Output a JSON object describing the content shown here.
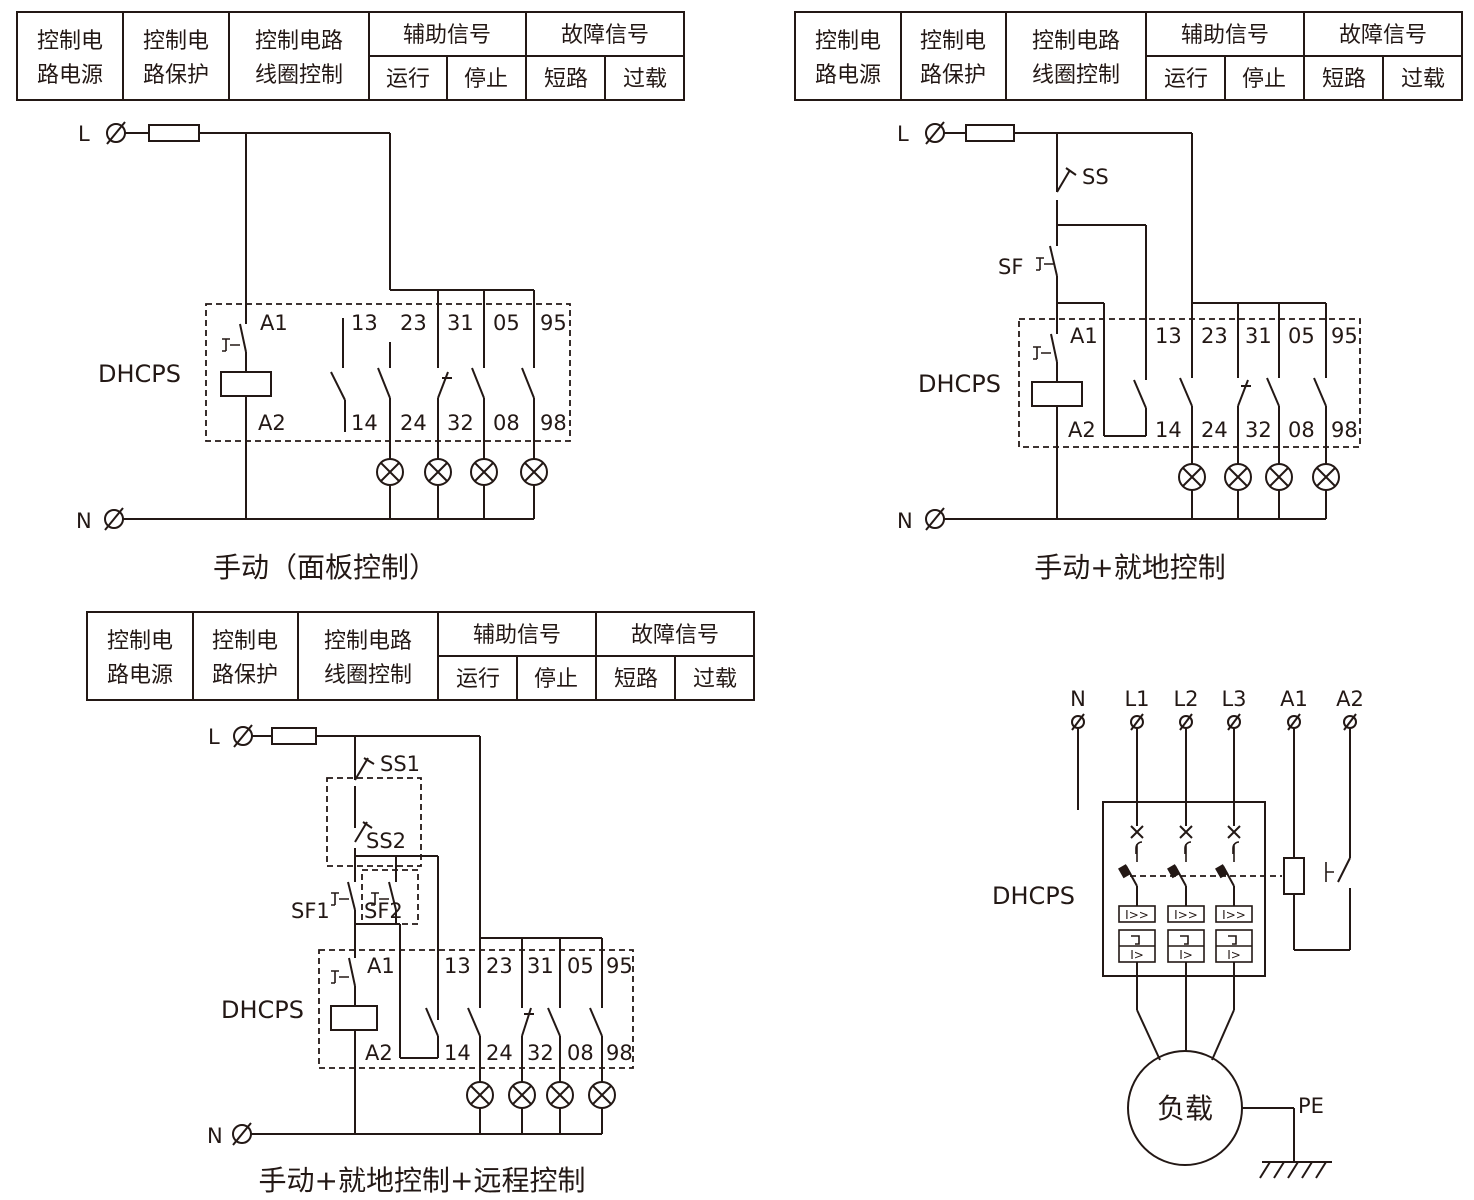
{
  "table_header": {
    "col1": [
      "控制电",
      "路电源"
    ],
    "col2": [
      "控制电",
      "路保护"
    ],
    "col3": [
      "控制电路",
      "线圈控制"
    ],
    "aux": "辅助信号",
    "fault": "故障信号",
    "run": "运行",
    "stop": "停止",
    "short": "短路",
    "overload": "过载"
  },
  "terminals": {
    "L": "L",
    "N": "N",
    "A1": "A1",
    "A2": "A2",
    "t13": "13",
    "t14": "14",
    "t23": "23",
    "t24": "24",
    "t31": "31",
    "t32": "32",
    "t05": "05",
    "t08": "08",
    "t95": "95",
    "t98": "98",
    "L1": "L1",
    "L2": "L2",
    "L3": "L3",
    "PE": "PE"
  },
  "switches": {
    "SS": "SS",
    "SF": "SF",
    "SS1": "SS1",
    "SS2": "SS2",
    "SF1": "SF1",
    "SF2": "SF2"
  },
  "device": "DHCPS",
  "load": "负载",
  "captions": {
    "manual_panel": "手动（面板控制）",
    "manual_local": "手动+就地控制",
    "manual_local_remote": "手动+就地控制+远程控制"
  },
  "colors": {
    "line": "#231815",
    "background": "#ffffff"
  }
}
